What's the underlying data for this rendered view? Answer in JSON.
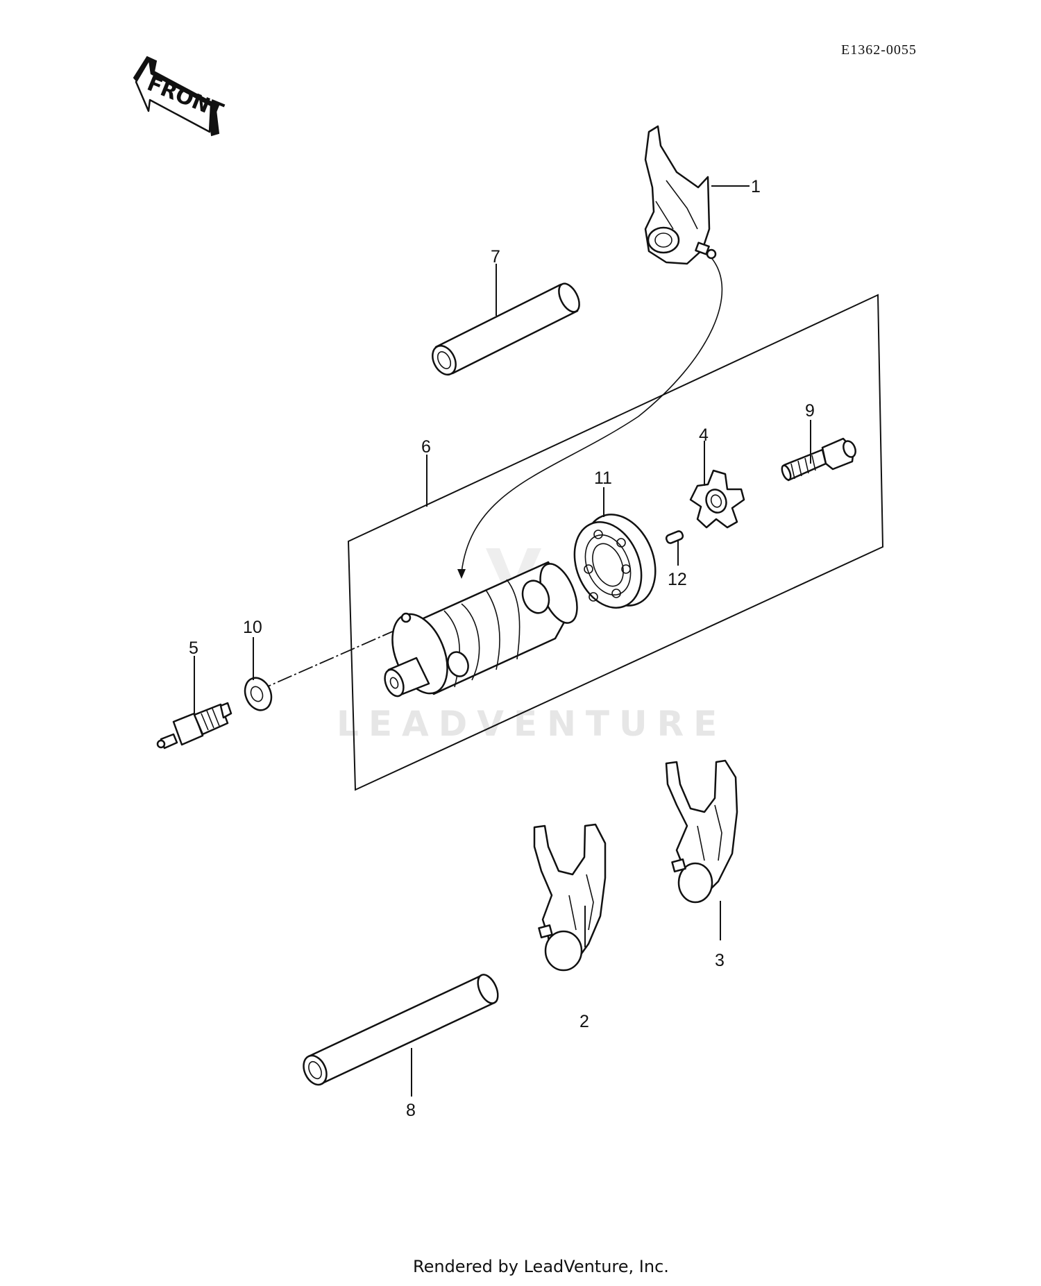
{
  "diagram_code": "E1362-0055",
  "front_label": "FRONT",
  "watermark": "LEADVENTURE",
  "footer": "Rendered by LeadVenture, Inc.",
  "callouts": {
    "c1": "1",
    "c2": "2",
    "c3": "3",
    "c4": "4",
    "c5": "5",
    "c6": "6",
    "c7": "7",
    "c8": "8",
    "c9": "9",
    "c10": "10",
    "c11": "11",
    "c12": "12"
  }
}
